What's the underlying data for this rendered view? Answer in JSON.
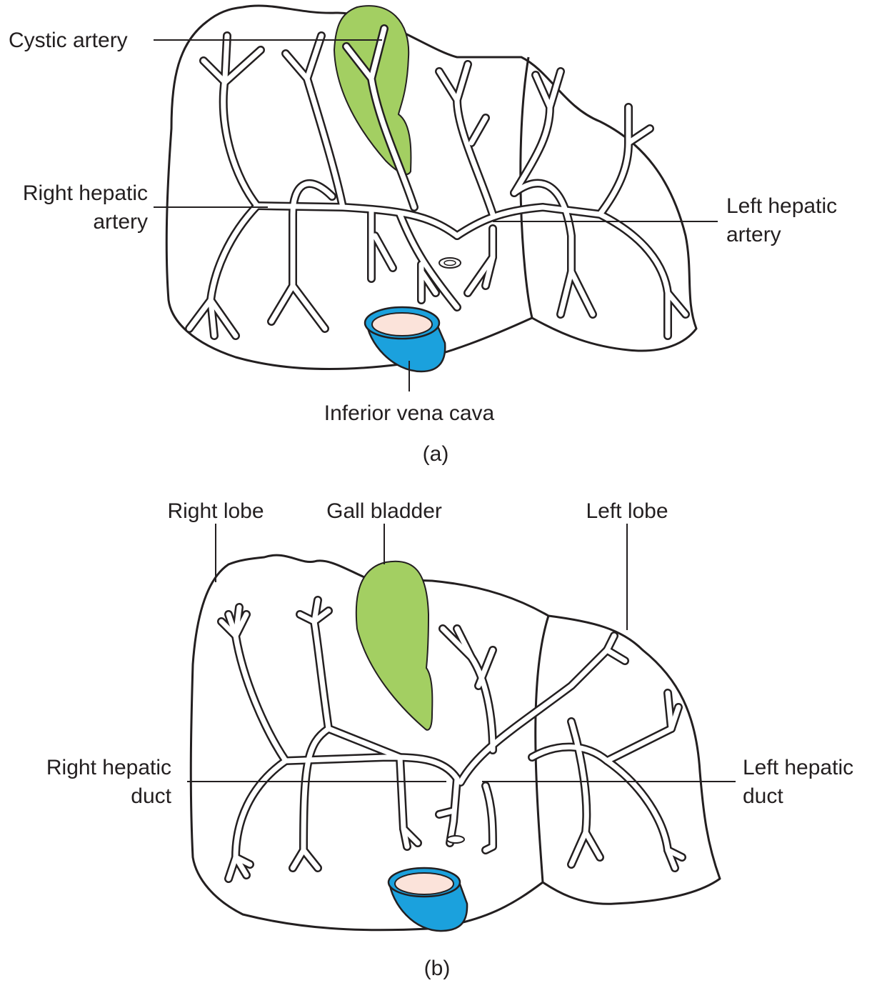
{
  "figure": {
    "panels": [
      {
        "id": "a",
        "caption": "(a)",
        "labels": {
          "cystic_artery": "Cystic artery",
          "right_hepatic_artery_line1": "Right hepatic",
          "right_hepatic_artery_line2": "artery",
          "left_hepatic_artery_line1": "Left hepatic",
          "left_hepatic_artery_line2": "artery",
          "inferior_vena_cava": "Inferior vena cava"
        }
      },
      {
        "id": "b",
        "caption": "(b)",
        "labels": {
          "right_lobe": "Right lobe",
          "gall_bladder": "Gall bladder",
          "left_lobe": "Left lobe",
          "right_hepatic_duct_line1": "Right hepatic",
          "right_hepatic_duct_line2": "duct",
          "left_hepatic_duct_line1": "Left hepatic",
          "left_hepatic_duct_line2": "duct"
        }
      }
    ],
    "colors": {
      "gall_bladder": "#a3cf62",
      "vena_cava": "#1ba1dd",
      "vena_cava_lumen": "#fbe3da",
      "outline": "#231f20"
    }
  }
}
